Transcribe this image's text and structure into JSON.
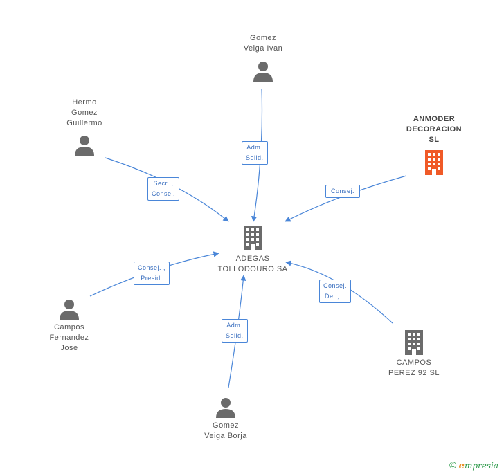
{
  "nodes": {
    "center": {
      "label": "ADEGAS\nTOLLODOURO SA",
      "type": "company"
    },
    "gomez_veiga_ivan": {
      "label": "Gomez\nVeiga Ivan",
      "type": "person"
    },
    "hermo_gomez_guillermo": {
      "label": "Hermo\nGomez\nGuillermo",
      "type": "person"
    },
    "anmoder": {
      "label": "ANMODER\nDECORACION\nSL",
      "type": "company",
      "highlight": true
    },
    "campos_fernandez_jose": {
      "label": "Campos\nFernandez\nJose",
      "type": "person"
    },
    "campos_perez": {
      "label": "CAMPOS\nPEREZ 92 SL",
      "type": "company"
    },
    "gomez_veiga_borja": {
      "label": "Gomez\nVeiga Borja",
      "type": "person"
    }
  },
  "relations": {
    "ivan": "Adm.\nSolid.",
    "hermo": "Secr. ,\nConsej.",
    "anmoder": "Consej.",
    "jose": "Consej. ,\nPresid.",
    "perez": "Consej.\nDel.,...",
    "borja": "Adm.\nSolid."
  },
  "colors": {
    "edge": "#4a86d8",
    "person_icon": "#6b6b6b",
    "company_icon": "#6b6b6b",
    "highlight_icon": "#f05a28"
  },
  "footer": {
    "copyright": "©",
    "brand_initial": "e",
    "brand_rest": "mpresia"
  }
}
